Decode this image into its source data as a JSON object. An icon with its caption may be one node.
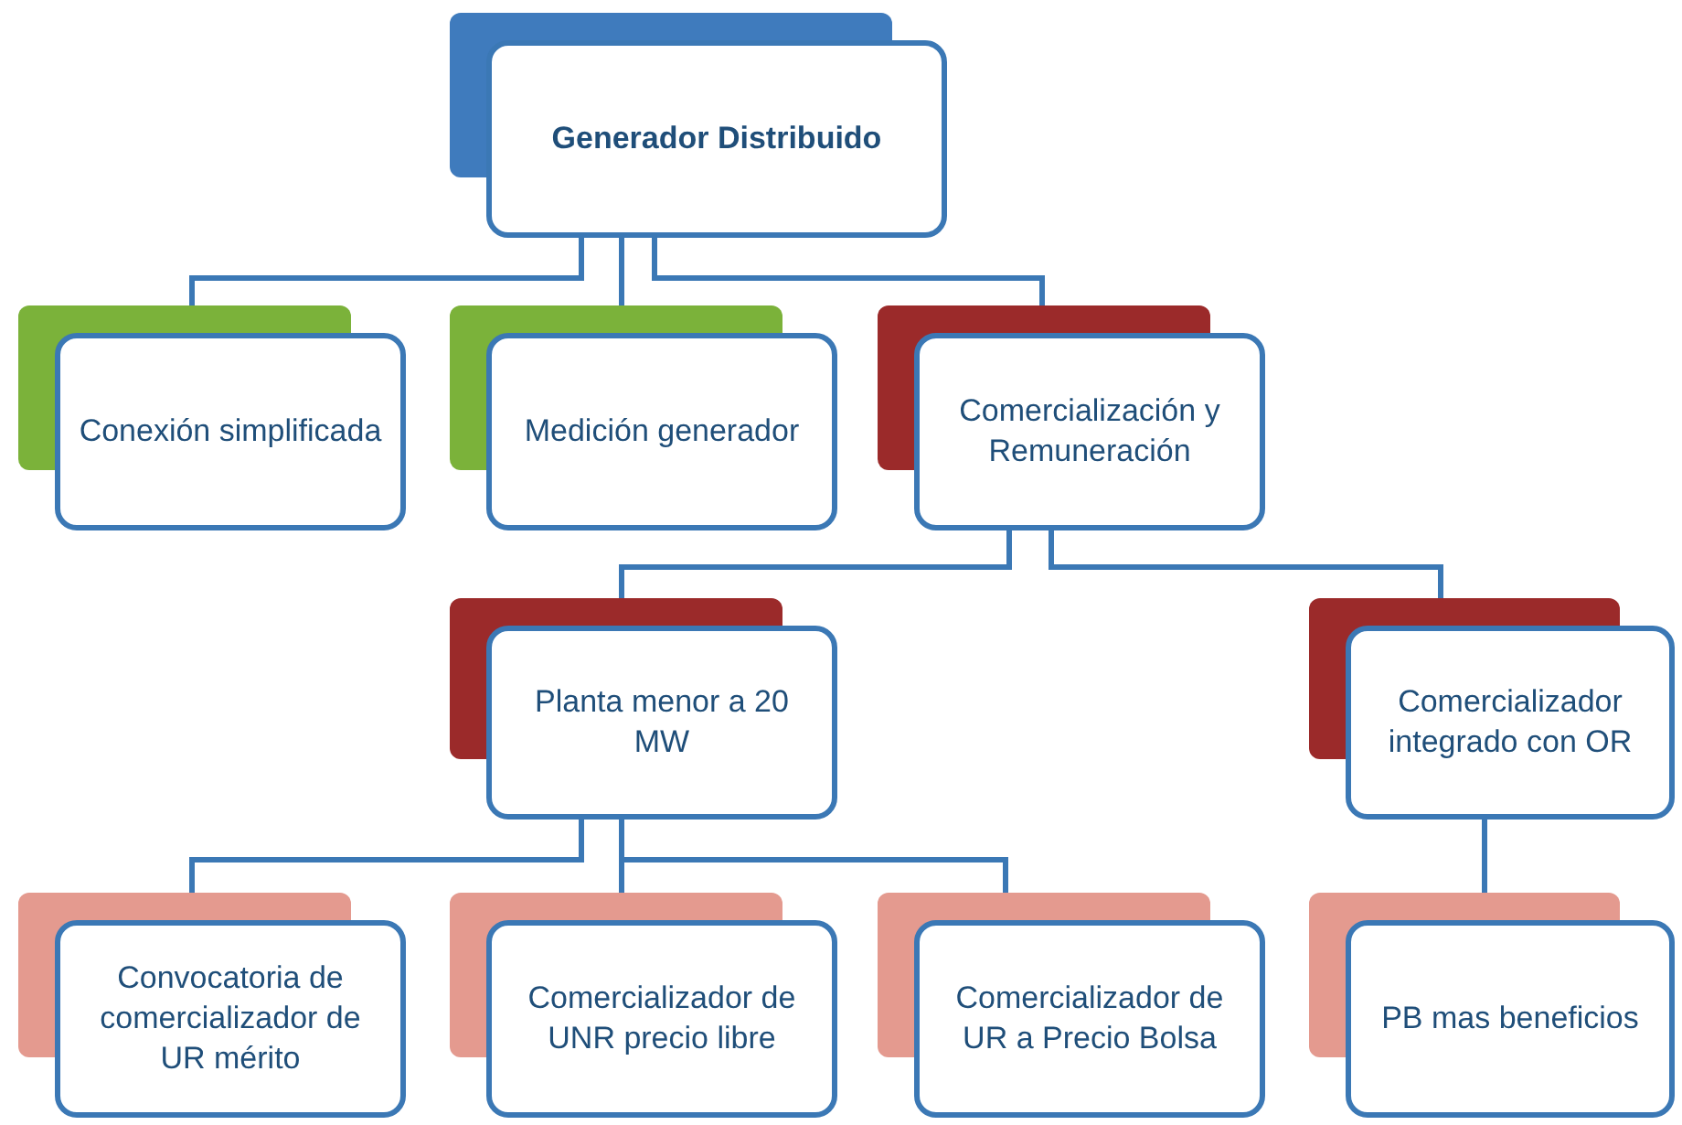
{
  "diagram": {
    "nodes": [
      {
        "text": [
          "Generador Distribuido"
        ]
      },
      {
        "text": [
          "Conexión simplificada"
        ]
      },
      {
        "text": [
          "Medición generador"
        ]
      },
      {
        "text": [
          "Comercialización y Remuneración"
        ]
      },
      {
        "text": [
          "Planta menor a 20 MW"
        ]
      },
      {
        "text": [
          "Comercializador integrado con OR"
        ]
      },
      {
        "text": [
          "Convocatoria de comercializador de UR mérito"
        ]
      },
      {
        "text": [
          "Comercializador de UNR precio libre"
        ]
      },
      {
        "text": [
          "Comercializador de UR a Precio Bolsa"
        ]
      },
      {
        "text": [
          "PB mas beneficios"
        ]
      }
    ],
    "edges": [
      {
        "from": 0,
        "to": 1,
        "arrow": "none"
      },
      {
        "from": 0,
        "to": 2,
        "arrow": "none"
      },
      {
        "from": 0,
        "to": 3,
        "arrow": "none"
      },
      {
        "from": 3,
        "to": 4,
        "arrow": "none"
      },
      {
        "from": 3,
        "to": 5,
        "arrow": "none"
      },
      {
        "from": 4,
        "to": 6,
        "arrow": "none"
      },
      {
        "from": 4,
        "to": 7,
        "arrow": "none"
      },
      {
        "from": 4,
        "to": 8,
        "arrow": "none"
      },
      {
        "from": 5,
        "to": 9,
        "arrow": "none"
      }
    ]
  }
}
